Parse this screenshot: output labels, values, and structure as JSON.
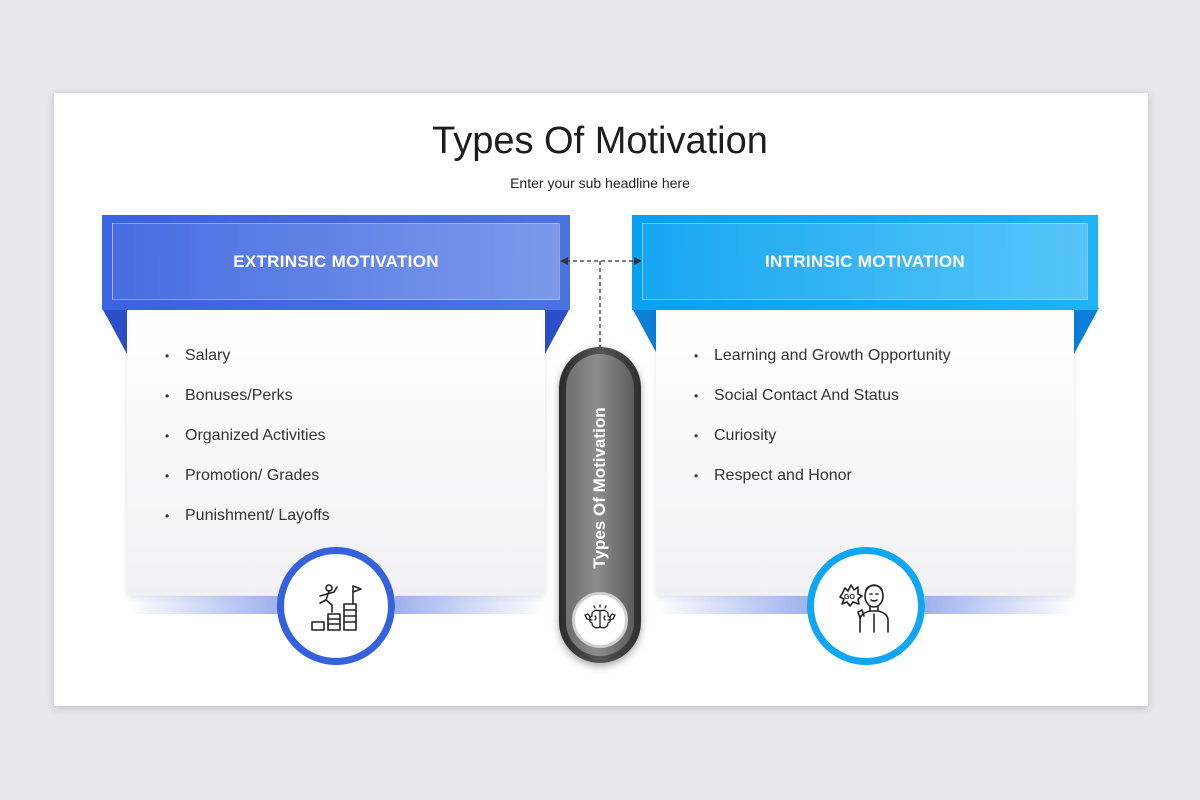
{
  "title": "Types Of Motivation",
  "subtitle": "Enter your sub headline here",
  "left": {
    "heading": "EXTRINSIC MOTIVATION",
    "items": [
      "Salary",
      "Bonuses/Perks",
      "Organized Activities",
      "Promotion/ Grades",
      "Punishment/ Layoffs"
    ],
    "icon": "career-progress-icon",
    "color": "#3461dc"
  },
  "right": {
    "heading": "INTRINSIC MOTIVATION",
    "items": [
      "Learning and Growth Opportunity",
      "Social Contact And Status",
      "Curiosity",
      "Respect and Honor"
    ],
    "icon": "self-motivated-person-icon",
    "icon_text": "GO",
    "color": "#10a6f3"
  },
  "center": {
    "label": "Types Of Motivation",
    "icon": "brain-strength-icon",
    "color": "#555555"
  }
}
